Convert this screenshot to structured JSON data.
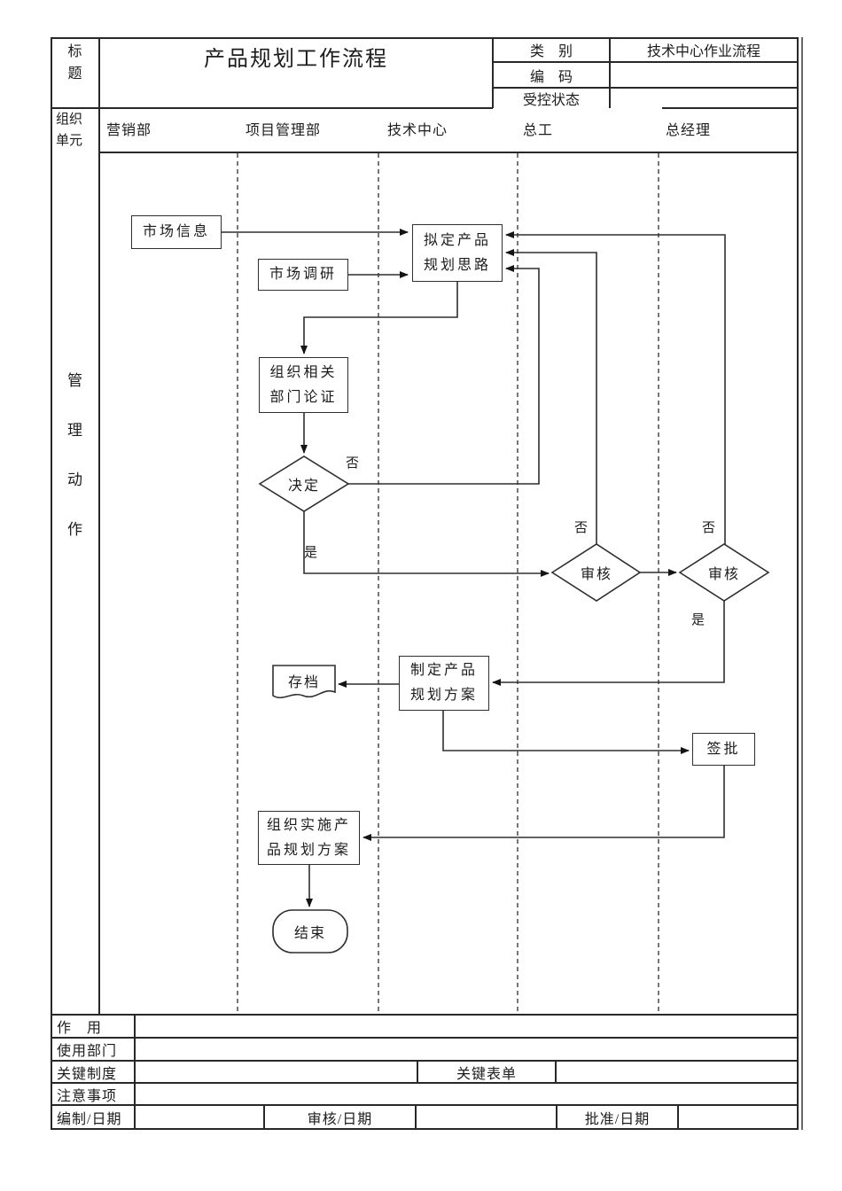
{
  "colors": {
    "background": "#ffffff",
    "ink": "#1c1c1c",
    "line": "#2f2f2f"
  },
  "header": {
    "title_cell": [
      "标",
      "题"
    ],
    "title": "产品规划工作流程",
    "meta": [
      {
        "label": "类　别",
        "value": "技术中心作业流程"
      },
      {
        "label": "编　码",
        "value": ""
      },
      {
        "label": "受控状态",
        "value": ""
      }
    ]
  },
  "org_unit": {
    "label": [
      "组织",
      "单元"
    ],
    "lanes": [
      "营销部",
      "项目管理部",
      "技术中心",
      "总工",
      "总经理"
    ]
  },
  "flow": {
    "side_label": [
      "管",
      "理",
      "动",
      "作"
    ],
    "nodes": {
      "market_info": "市场信息",
      "market_research": "市场调研",
      "draft_plan": [
        "拟定产品",
        "规划思路"
      ],
      "organize_review": [
        "组织相关",
        "部门论证"
      ],
      "decide": "决定",
      "review_1": "审核",
      "review_2": "审核",
      "make_plan": [
        "制定产品",
        "规划方案"
      ],
      "archive": "存档",
      "sign_approve": "签批",
      "implement": [
        "组织实施产",
        "品规划方案"
      ],
      "end": "结束"
    },
    "edge_labels": {
      "decide_no": "否",
      "decide_yes": "是",
      "review1_no": "否",
      "review2_no": "否",
      "review2_yes": "是"
    }
  },
  "footer": {
    "rows": [
      {
        "label": "作　用"
      },
      {
        "label": "使用部门"
      },
      {
        "label": "关键制度",
        "label2": "关键表单"
      },
      {
        "label": "注意事项"
      },
      {
        "label": "编制/日期",
        "label2": "审核/日期",
        "label3": "批准/日期"
      }
    ]
  }
}
